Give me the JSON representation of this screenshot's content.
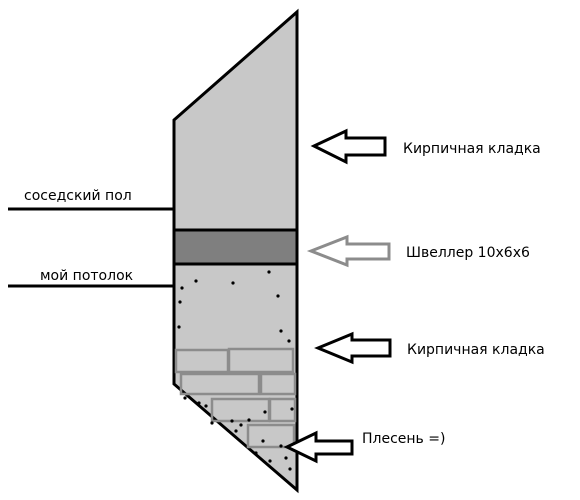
{
  "labels": {
    "neighbor_floor": "соседский пол",
    "my_ceiling": "мой потолок",
    "brick_top": "Кирпичная кладка",
    "channel": "Швеллер 10х6х6",
    "brick_bottom": "Кирпичная кладка",
    "mold": "Плесень =)"
  },
  "colors": {
    "wall_fill": "#c8c8c8",
    "channel_fill": "#7f7f7f",
    "brick_outline": "#8c8c8c",
    "arrow_black": "#000000",
    "arrow_gray": "#8c8c8c",
    "mold_dots": "#000000"
  },
  "icons": {
    "arrow": "left-arrow-icon"
  }
}
